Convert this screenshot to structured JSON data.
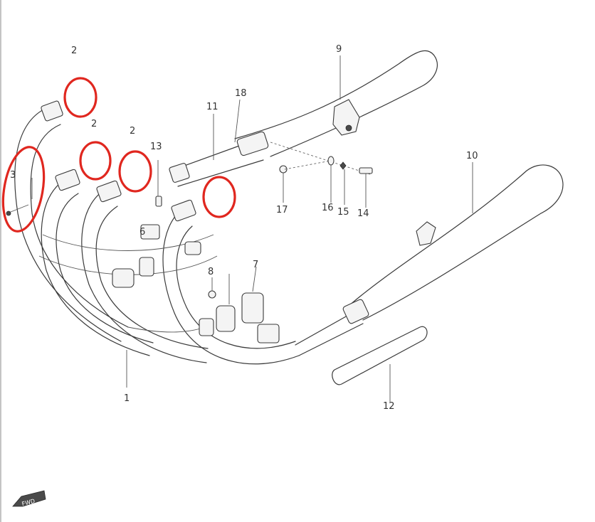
{
  "labels": {
    "l1": "1",
    "l2a": "2",
    "l2b": "2",
    "l2c": "2",
    "l3": "3",
    "l6": "6",
    "l7": "7",
    "l8": "8",
    "l9": "9",
    "l10": "10",
    "l11": "11",
    "l12": "12",
    "l13": "13",
    "l14": "14",
    "l15": "15",
    "l16": "16",
    "l17": "17",
    "l18": "18",
    "fwd": "FWD"
  },
  "colors": {
    "highlight": "#e0271f",
    "ink": "#3a3a3a"
  }
}
